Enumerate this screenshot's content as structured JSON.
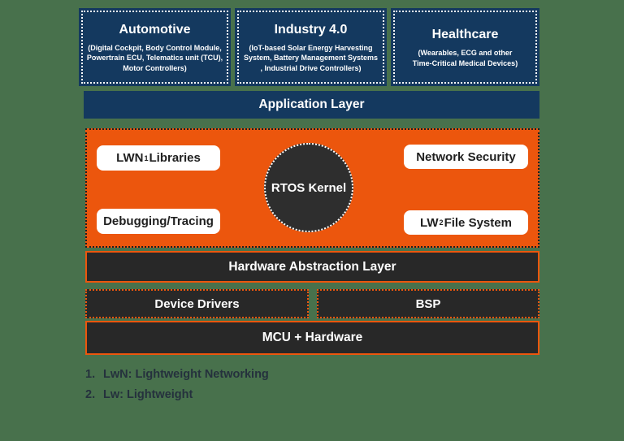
{
  "colors": {
    "background": "#48714C",
    "navy": "#14395F",
    "orange": "#EC560D",
    "dark_bar": "#282828",
    "white": "#FFFFFF"
  },
  "application_domains": [
    {
      "title": "Automotive",
      "subtitle": "(Digital Cockpit, Body Control Module,\nPowertrain ECU, Telematics unit (TCU),\nMotor Controllers)"
    },
    {
      "title": "Industry 4.0",
      "subtitle": "(IoT-based Solar Energy Harvesting\nSystem, Battery Management Systems\n, Industrial Drive Controllers)"
    },
    {
      "title": "Healthcare",
      "subtitle": "(Wearables, ECG and other\nTime-Critical Medical Devices)"
    }
  ],
  "layers": {
    "application": "Application Layer",
    "hal": "Hardware Abstraction Layer",
    "device_drivers": "Device Drivers",
    "bsp": "BSP",
    "mcu": "MCU + Hardware"
  },
  "rtos": {
    "kernel": "RTOS Kernel",
    "components": [
      {
        "base": "LWN",
        "sup": "1",
        "rest": "Libraries"
      },
      {
        "base": "Network Security",
        "sup": "",
        "rest": ""
      },
      {
        "base": "Debugging/Tracing",
        "sup": "",
        "rest": ""
      },
      {
        "base": "LW",
        "sup": "2",
        "rest": "File System"
      }
    ]
  },
  "footnotes": [
    {
      "num": "1.",
      "text": "LwN: Lightweight Networking"
    },
    {
      "num": "2.",
      "text": "Lw: Lightweight"
    }
  ]
}
